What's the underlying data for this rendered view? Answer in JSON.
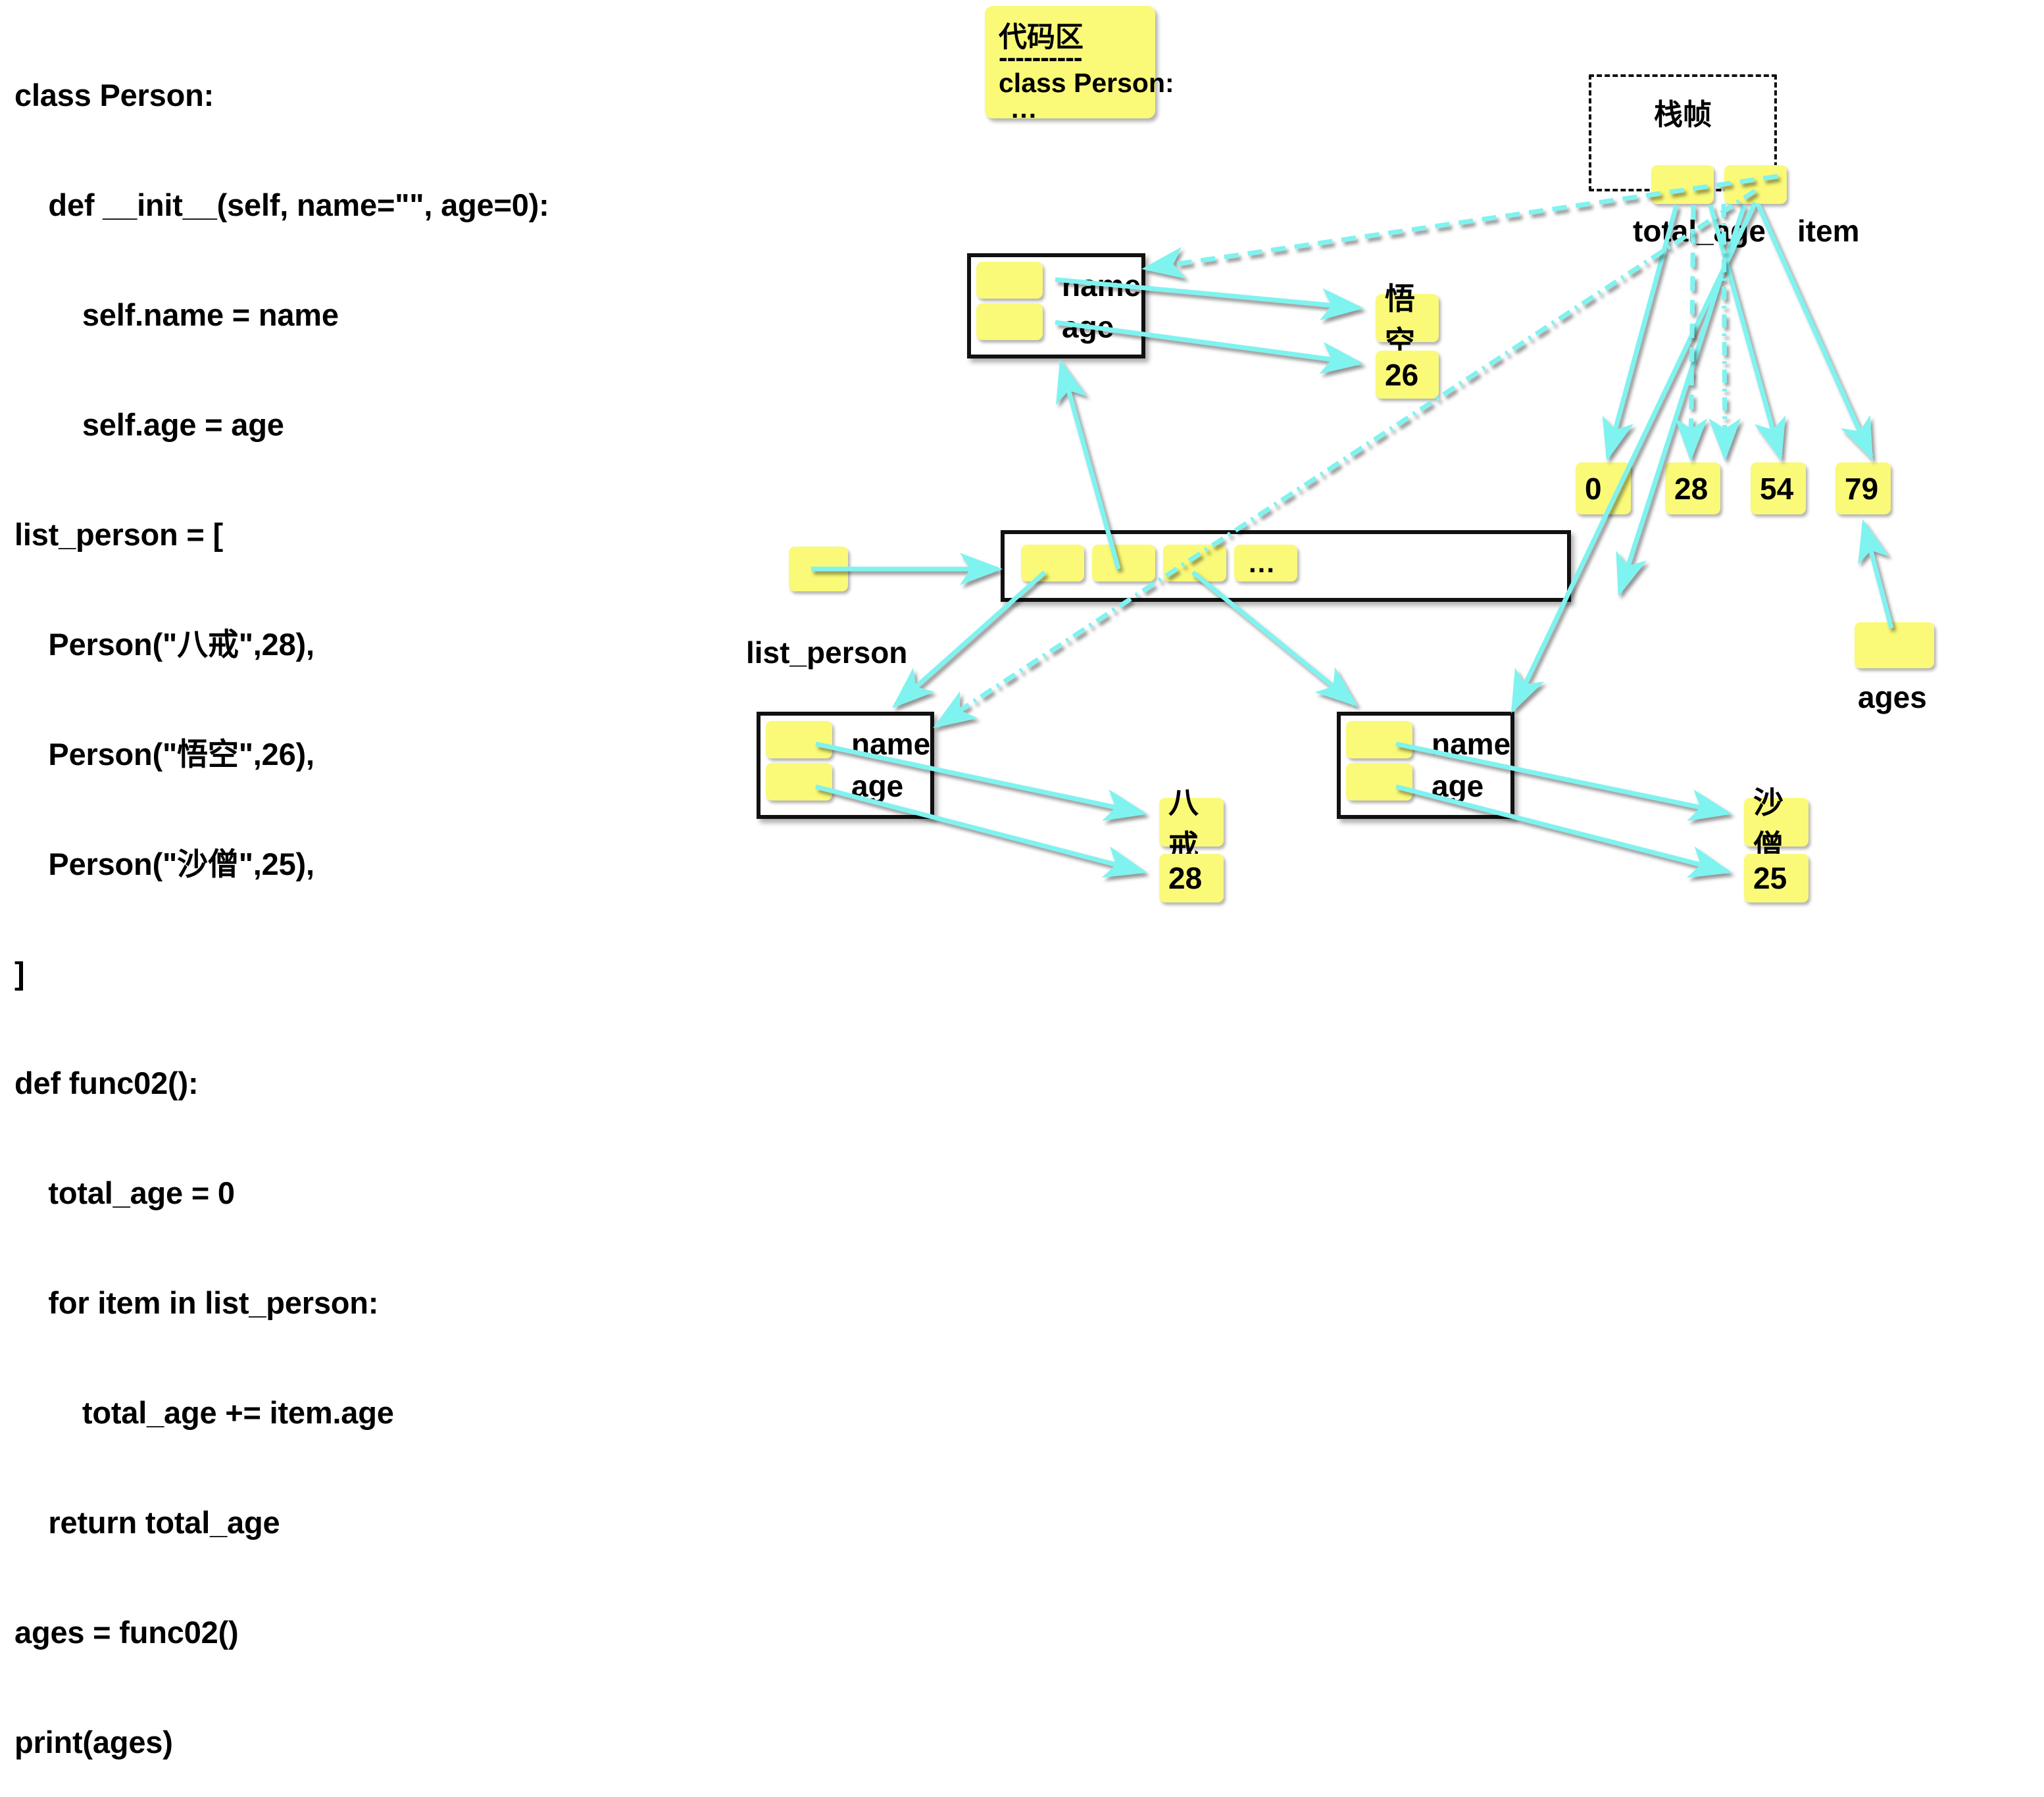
{
  "code_listing": {
    "lines": [
      "class Person:",
      "    def __init__(self, name=\"\", age=0):",
      "        self.name = name",
      "        self.age = age",
      "list_person = [",
      "    Person(\"八戒\",28),",
      "    Person(\"悟空\",26),",
      "    Person(\"沙僧\",25),",
      "]",
      "def func02():",
      "    total_age = 0",
      "    for item in list_person:",
      "        total_age += item.age",
      "    return total_age",
      "ages = func02()",
      "print(ages)"
    ]
  },
  "code_area": {
    "title": "代码区",
    "rule": "----------",
    "code": "class Person:",
    "ellipsis": "..."
  },
  "stack_frame": {
    "title": "栈帧",
    "variables": [
      {
        "name": "total_age",
        "value": ""
      },
      {
        "name": "item",
        "value": ""
      }
    ]
  },
  "heap": {
    "list_object": {
      "label": "list_person",
      "cells": [
        "",
        "",
        "",
        "..."
      ]
    },
    "total_age_history": [
      "0",
      "28",
      "54",
      "79"
    ],
    "ages_variable": {
      "label": "ages",
      "value": ""
    },
    "persons": [
      {
        "id": "person-wukong",
        "fields": [
          "name",
          "age"
        ],
        "name_value": "悟空",
        "age_value": "26"
      },
      {
        "id": "person-bajie",
        "fields": [
          "name",
          "age"
        ],
        "name_value": "八戒",
        "age_value": "28"
      },
      {
        "id": "person-shaseng",
        "fields": [
          "name",
          "age"
        ],
        "name_value": "沙僧",
        "age_value": "25"
      }
    ]
  },
  "colors": {
    "slot_yellow": "#FAFA78",
    "arrow_cyan": "#7FF3EF",
    "box_border": "#111111"
  }
}
